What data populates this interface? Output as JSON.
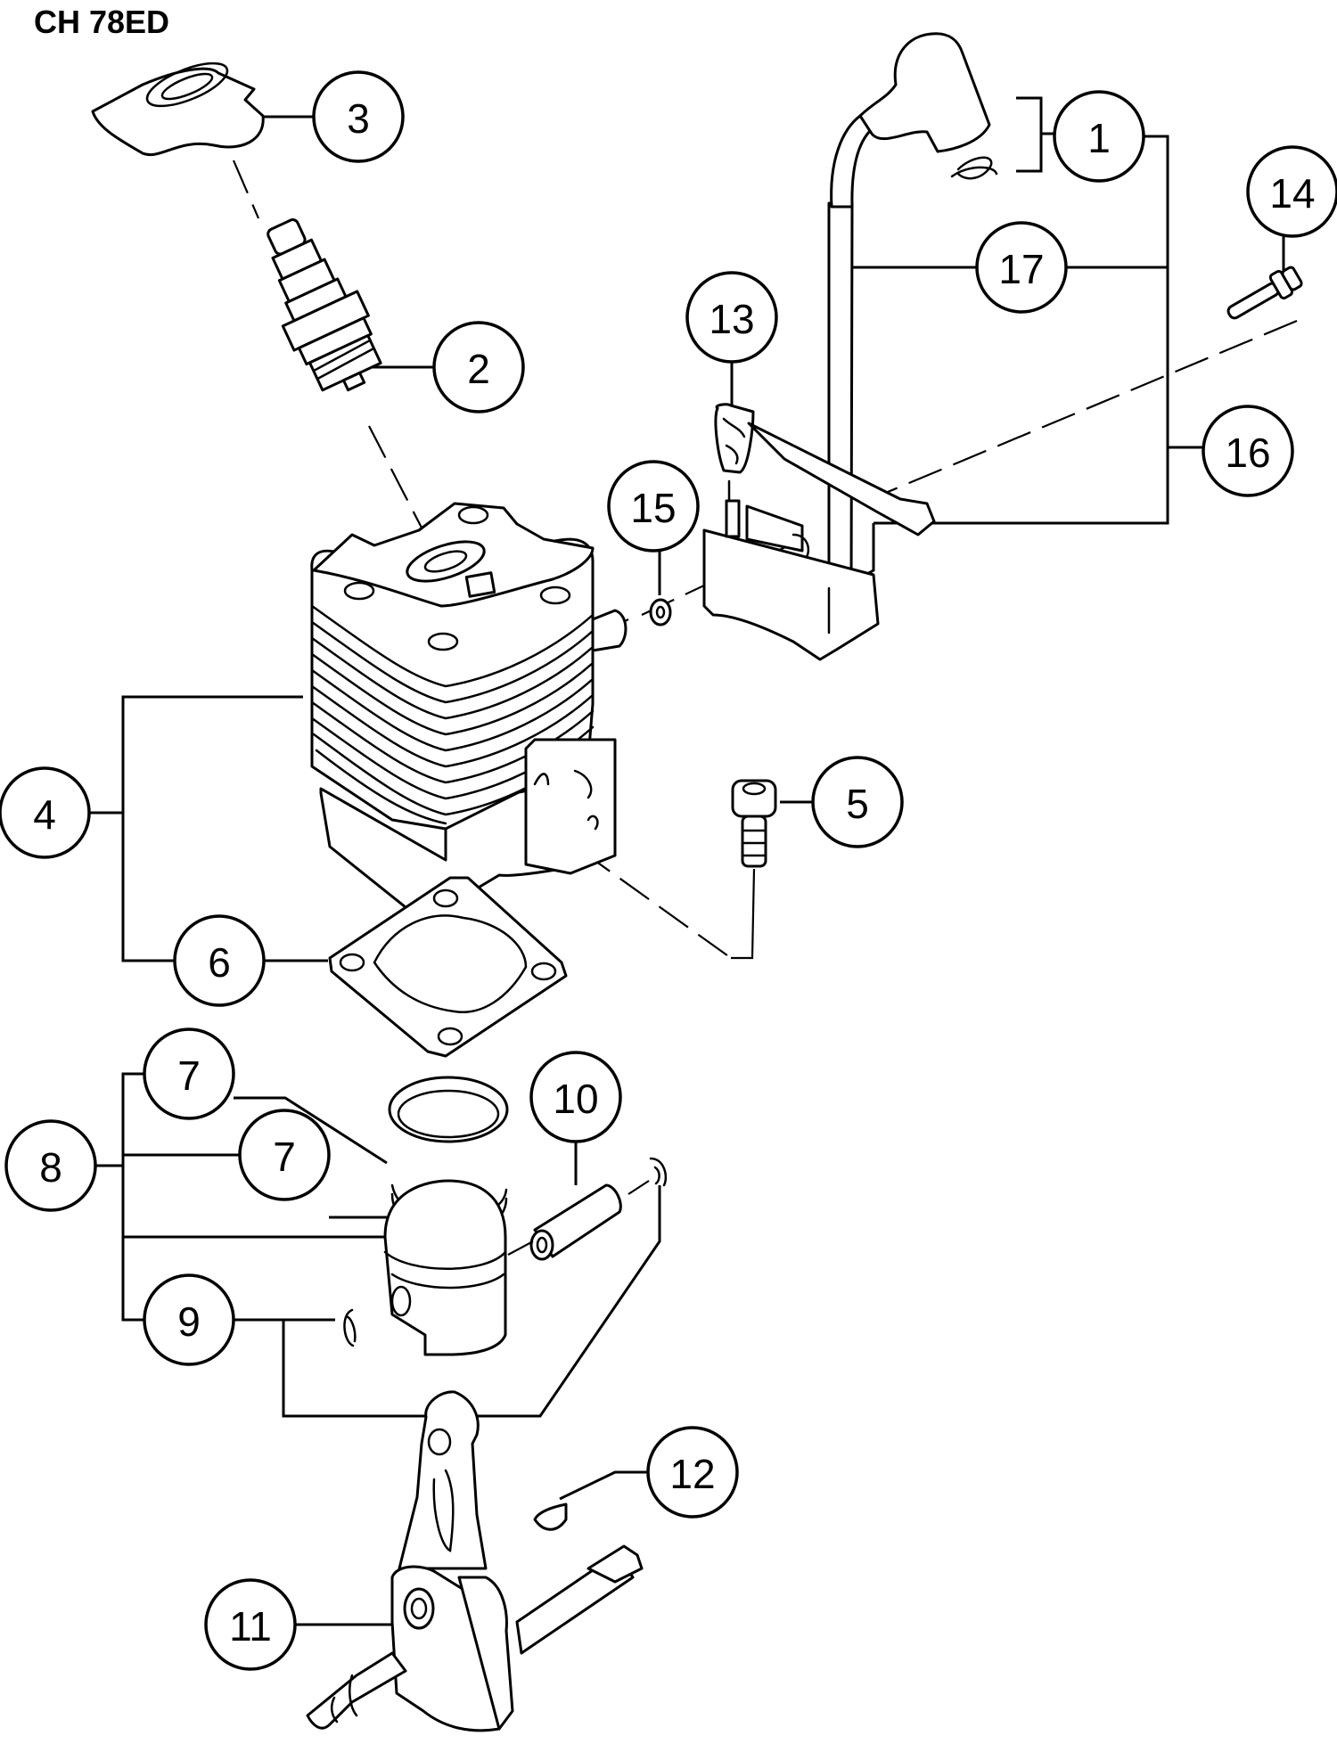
{
  "diagram": {
    "title": "CH 78ED",
    "callouts": [
      {
        "id": "c1",
        "label": "1",
        "part": "spark-plug-cap"
      },
      {
        "id": "c2",
        "label": "2",
        "part": "spark-plug"
      },
      {
        "id": "c3",
        "label": "3",
        "part": "plug-cover"
      },
      {
        "id": "c4",
        "label": "4",
        "part": "cylinder-assembly"
      },
      {
        "id": "c5",
        "label": "5",
        "part": "cylinder-bolt"
      },
      {
        "id": "c6",
        "label": "6",
        "part": "cylinder-gasket"
      },
      {
        "id": "c7a",
        "label": "7",
        "part": "piston-ring-upper"
      },
      {
        "id": "c7b",
        "label": "7",
        "part": "piston-ring-lower"
      },
      {
        "id": "c8",
        "label": "8",
        "part": "piston-assembly"
      },
      {
        "id": "c9",
        "label": "9",
        "part": "circlip"
      },
      {
        "id": "c10",
        "label": "10",
        "part": "piston-pin"
      },
      {
        "id": "c11",
        "label": "11",
        "part": "crankshaft"
      },
      {
        "id": "c12",
        "label": "12",
        "part": "woodruff-key"
      },
      {
        "id": "c13",
        "label": "13",
        "part": "stop-switch-terminal"
      },
      {
        "id": "c14",
        "label": "14",
        "part": "coil-bolt"
      },
      {
        "id": "c15",
        "label": "15",
        "part": "washer"
      },
      {
        "id": "c16",
        "label": "16",
        "part": "ignition-coil"
      },
      {
        "id": "c17",
        "label": "17",
        "part": "high-tension-cord"
      }
    ]
  }
}
